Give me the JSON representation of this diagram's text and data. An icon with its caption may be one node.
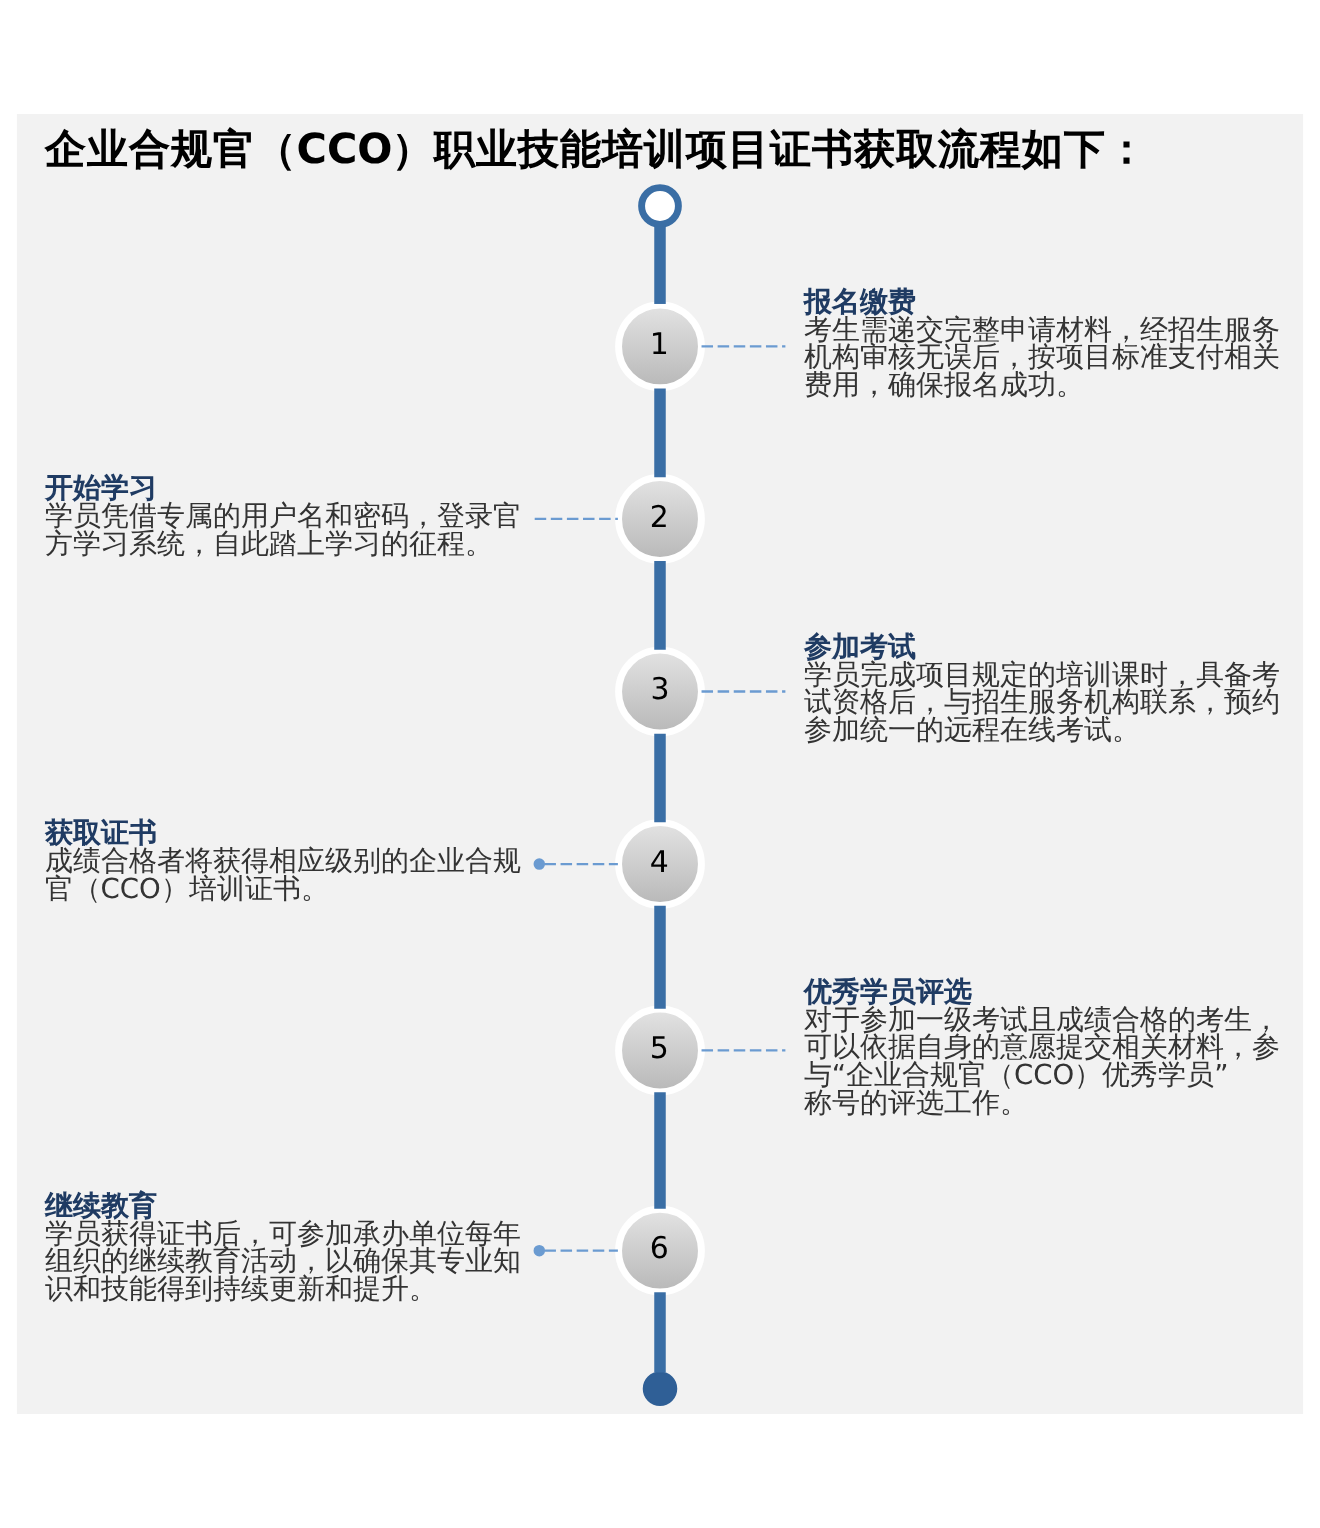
{
  "diagram": {
    "title": "企业合规官（CCO）职业技能培训项目证书获取流程如下：",
    "nodes": [
      {
        "text": [],
        "shape": "circle"
      },
      {
        "text": [
          "1"
        ]
      },
      {
        "text": [
          "报名缴费",
          "考生需递交完整申请材料，经招生服务机构审核无误后，按项目标准支付相关费用，确保报名成功。"
        ]
      },
      {
        "text": [
          "开始学习",
          "学员凭借专属的用户名和密码，登录官方学习系统，自此踏上学习的征程。"
        ]
      },
      {
        "text": [
          "2"
        ]
      },
      {
        "text": [
          "参加考试",
          "学员完成项目规定的培训课时，具备考试资格后，与招生服务机构联系，预约参加统一的远程在线考试。"
        ]
      },
      {
        "text": [
          "3"
        ]
      },
      {
        "text": [
          "获取证书",
          "成绩合格者将获得相应级别的企业合规官（CCO）培训证书。"
        ]
      },
      {
        "text": [
          "4"
        ]
      },
      {
        "text": [
          "优秀学员评选",
          "对于参加一级考试且成绩合格的考生，可以依据自身的意愿提交相关材料，参与“企业合规官（CCO）优秀学员”称号的评选工作。"
        ]
      },
      {
        "text": [
          "5"
        ]
      },
      {
        "text": [
          "继续教育",
          "学员获得证书后，可参加承办单位每年组织的继续教育活动，以确保其专业知识和技能得到持续更新和提升。"
        ]
      },
      {
        "text": [
          "6"
        ]
      },
      {
        "text": [],
        "shape": "circle"
      }
    ],
    "edges": [
      {
        "from": 0,
        "to": 1,
        "arrow": "none"
      },
      {
        "from": 1,
        "to": 4,
        "arrow": "none"
      },
      {
        "from": 4,
        "to": 6,
        "arrow": "none"
      },
      {
        "from": 6,
        "to": 8,
        "arrow": "none"
      },
      {
        "from": 8,
        "to": 10,
        "arrow": "none"
      },
      {
        "from": 10,
        "to": 12,
        "arrow": "none"
      },
      {
        "from": 12,
        "to": 13,
        "arrow": "none"
      },
      {
        "from": 1,
        "to": 2,
        "arrow": "none",
        "style": "dashed",
        "color": "#6b9bd1"
      },
      {
        "from": 4,
        "to": 3,
        "arrow": "none",
        "style": "dashed",
        "color": "#6b9bd1"
      },
      {
        "from": 6,
        "to": 5,
        "arrow": "none",
        "style": "dashed",
        "color": "#6b9bd1"
      },
      {
        "from": 8,
        "to": 7,
        "arrow": "other",
        "style": "dashed",
        "color": "#6b9bd1"
      },
      {
        "from": 10,
        "to": 9,
        "arrow": "none",
        "style": "dashed",
        "color": "#6b9bd1"
      },
      {
        "from": 12,
        "to": 11,
        "arrow": "other",
        "style": "dashed",
        "color": "#6b9bd1"
      }
    ]
  }
}
